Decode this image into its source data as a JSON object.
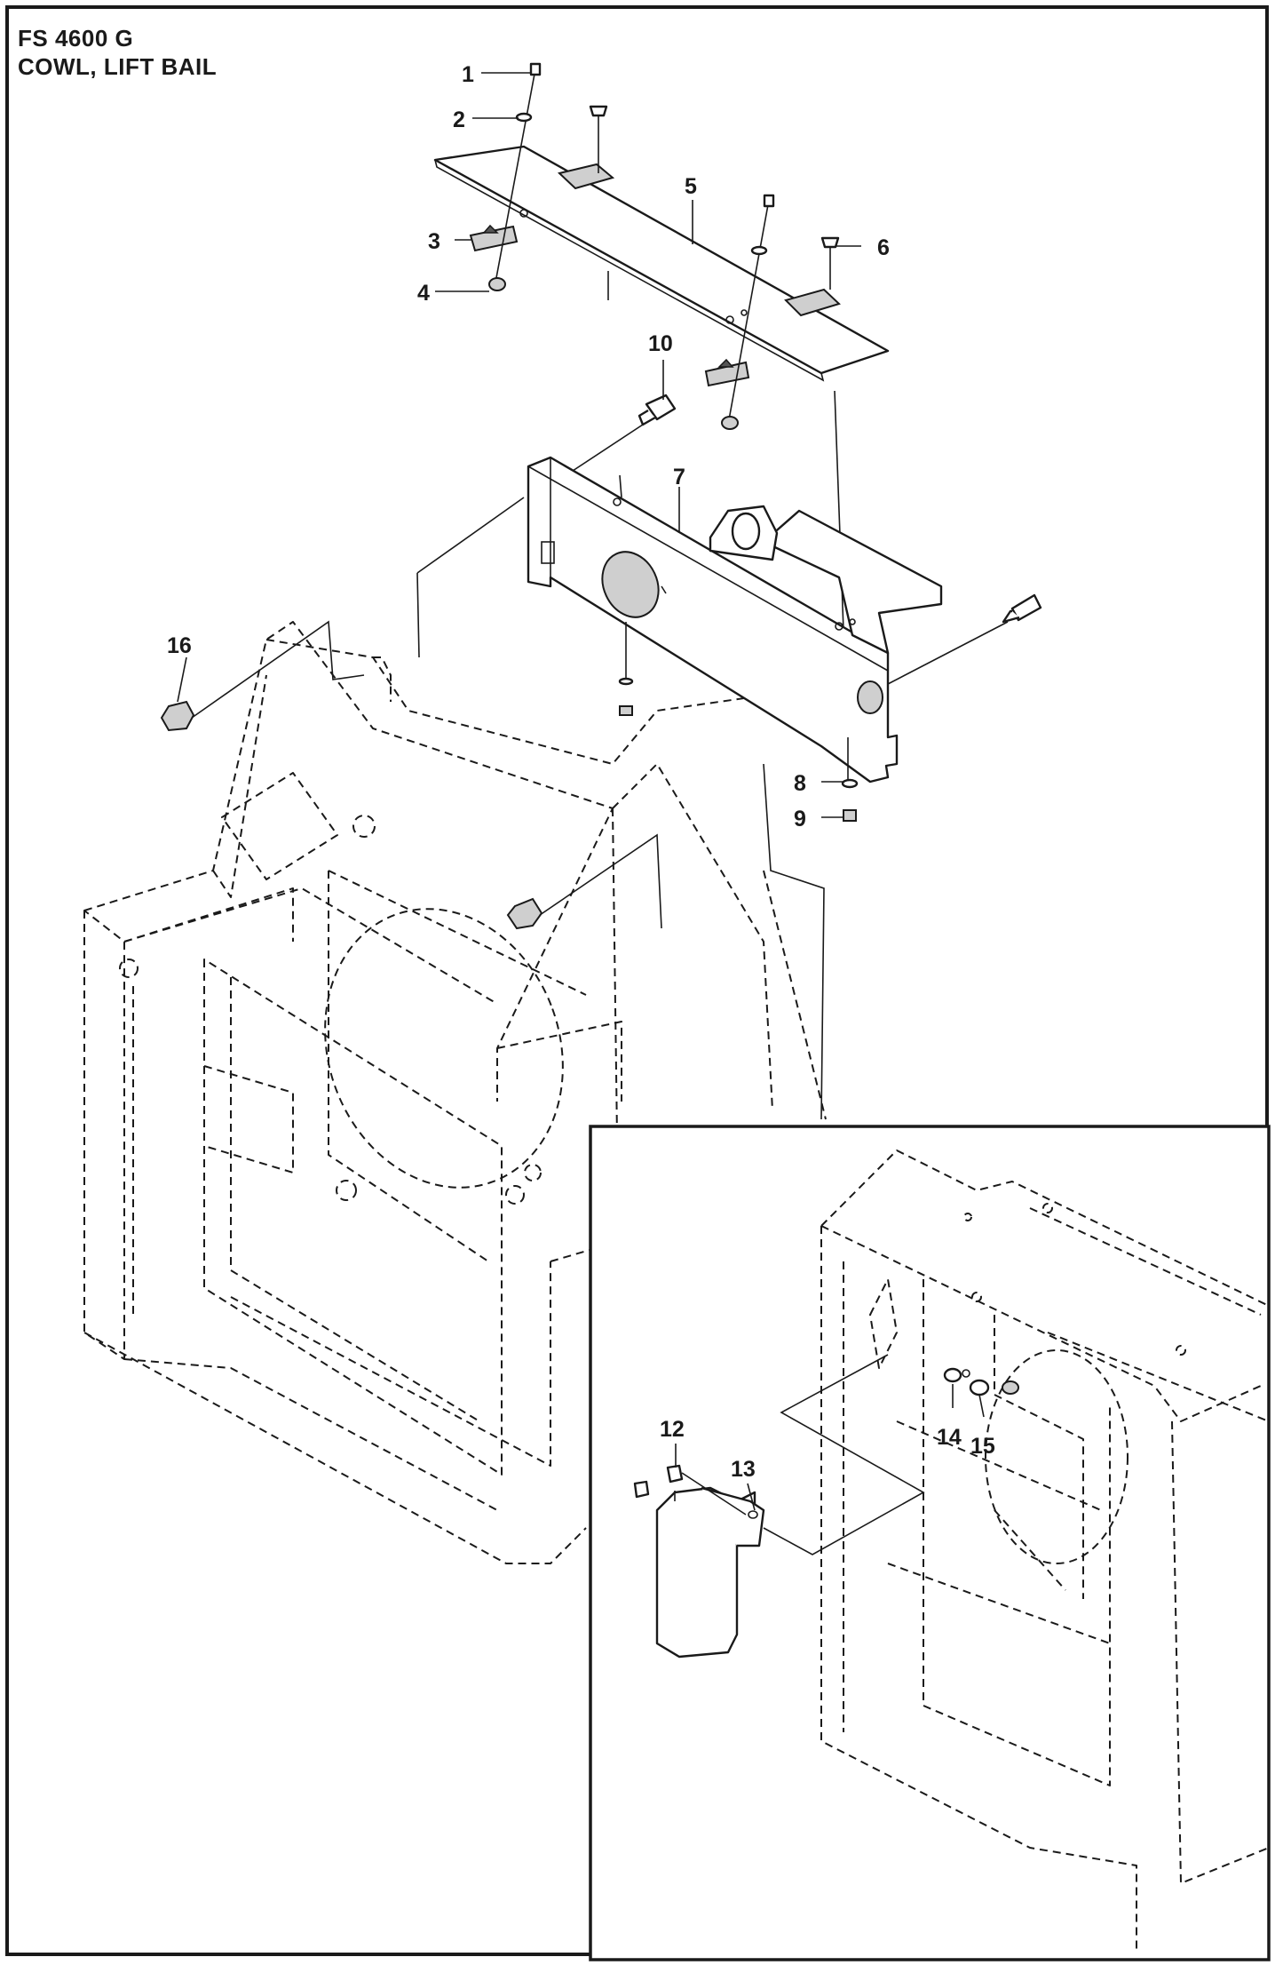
{
  "header": {
    "model": "FS 4600 G",
    "section": "COWL, LIFT BAIL"
  },
  "callouts": [
    {
      "id": "1",
      "label": "1"
    },
    {
      "id": "2",
      "label": "2"
    },
    {
      "id": "3",
      "label": "3"
    },
    {
      "id": "4",
      "label": "4"
    },
    {
      "id": "5",
      "label": "5"
    },
    {
      "id": "6",
      "label": "6"
    },
    {
      "id": "7",
      "label": "7"
    },
    {
      "id": "8",
      "label": "8"
    },
    {
      "id": "9",
      "label": "9"
    },
    {
      "id": "10",
      "label": "10"
    },
    {
      "id": "12",
      "label": "12"
    },
    {
      "id": "13",
      "label": "13"
    },
    {
      "id": "14",
      "label": "14"
    },
    {
      "id": "15",
      "label": "15"
    },
    {
      "id": "16",
      "label": "16"
    }
  ],
  "colors": {
    "ink": "#1a1a1a",
    "paper": "#ffffff",
    "part_shade": "#cfcfcf"
  }
}
